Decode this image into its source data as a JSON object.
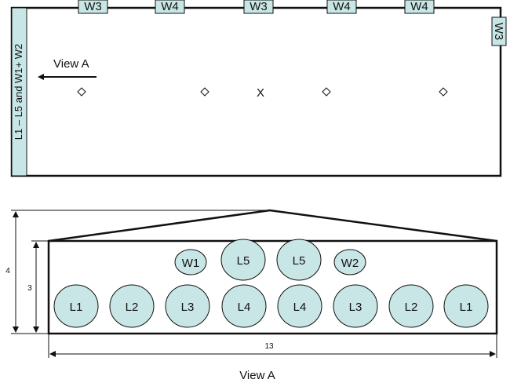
{
  "top_view": {
    "top_windows": [
      "W3",
      "W4",
      "W3",
      "W4",
      "W4"
    ],
    "side_window": "W3",
    "left_panel": "L1 – L5 and W1+ W2",
    "view_label": "View A",
    "center_mark": "X"
  },
  "section_view": {
    "bottom_row": [
      "L1",
      "L2",
      "L3",
      "L4",
      "L4",
      "L3",
      "L2",
      "L1"
    ],
    "top_row": {
      "small_left": "W1",
      "large_left": "L5",
      "large_right": "L5",
      "small_right": "W2"
    },
    "dims": {
      "total_height": "4",
      "wall_height": "3",
      "width": "13"
    },
    "caption": "View A"
  },
  "colors": {
    "fill": "#c9e6e6",
    "stroke": "#111111"
  }
}
